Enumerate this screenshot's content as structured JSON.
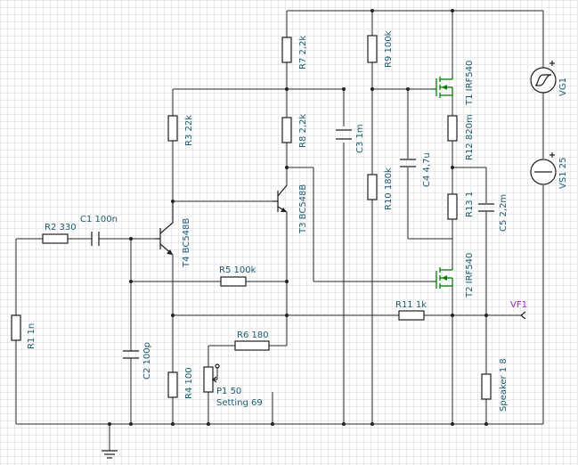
{
  "components": {
    "R1": "R1 1n",
    "R2": "R2 330",
    "C1": "C1 100n",
    "C2": "C2 100p",
    "R3": "R3 22k",
    "R4": "R4 100",
    "T4": "T4 BC548B",
    "R5": "R5 100k",
    "R6": "R6 180",
    "P1": "P1 50",
    "P1_setting": "Setting 69",
    "R7": "R7 2,2k",
    "R8": "R8 2,2k",
    "T3": "T3 BC548B",
    "C3": "C3 1m",
    "R9": "R9 100k",
    "R10": "R10 180k",
    "C4": "C4 4,7u",
    "T1": "T1 IRF540",
    "R12": "R12 820m",
    "R13": "R13 1",
    "T2": "T2 IRF540",
    "C5": "C5 2,2m",
    "R11": "R11 1k",
    "VF1": "VF1",
    "Speaker": "Speaker 1 8",
    "VG1": "VG1",
    "VS1": "VS1 25"
  },
  "icons": {
    "ground": "ground-icon",
    "sine_source": "sine-source-icon",
    "dc_source": "dc-source-icon"
  },
  "colors": {
    "wire": "#2a2a2a",
    "label": "#1a5a6e",
    "probe": "#a020c0",
    "mosfet": "#0a7a0a"
  }
}
